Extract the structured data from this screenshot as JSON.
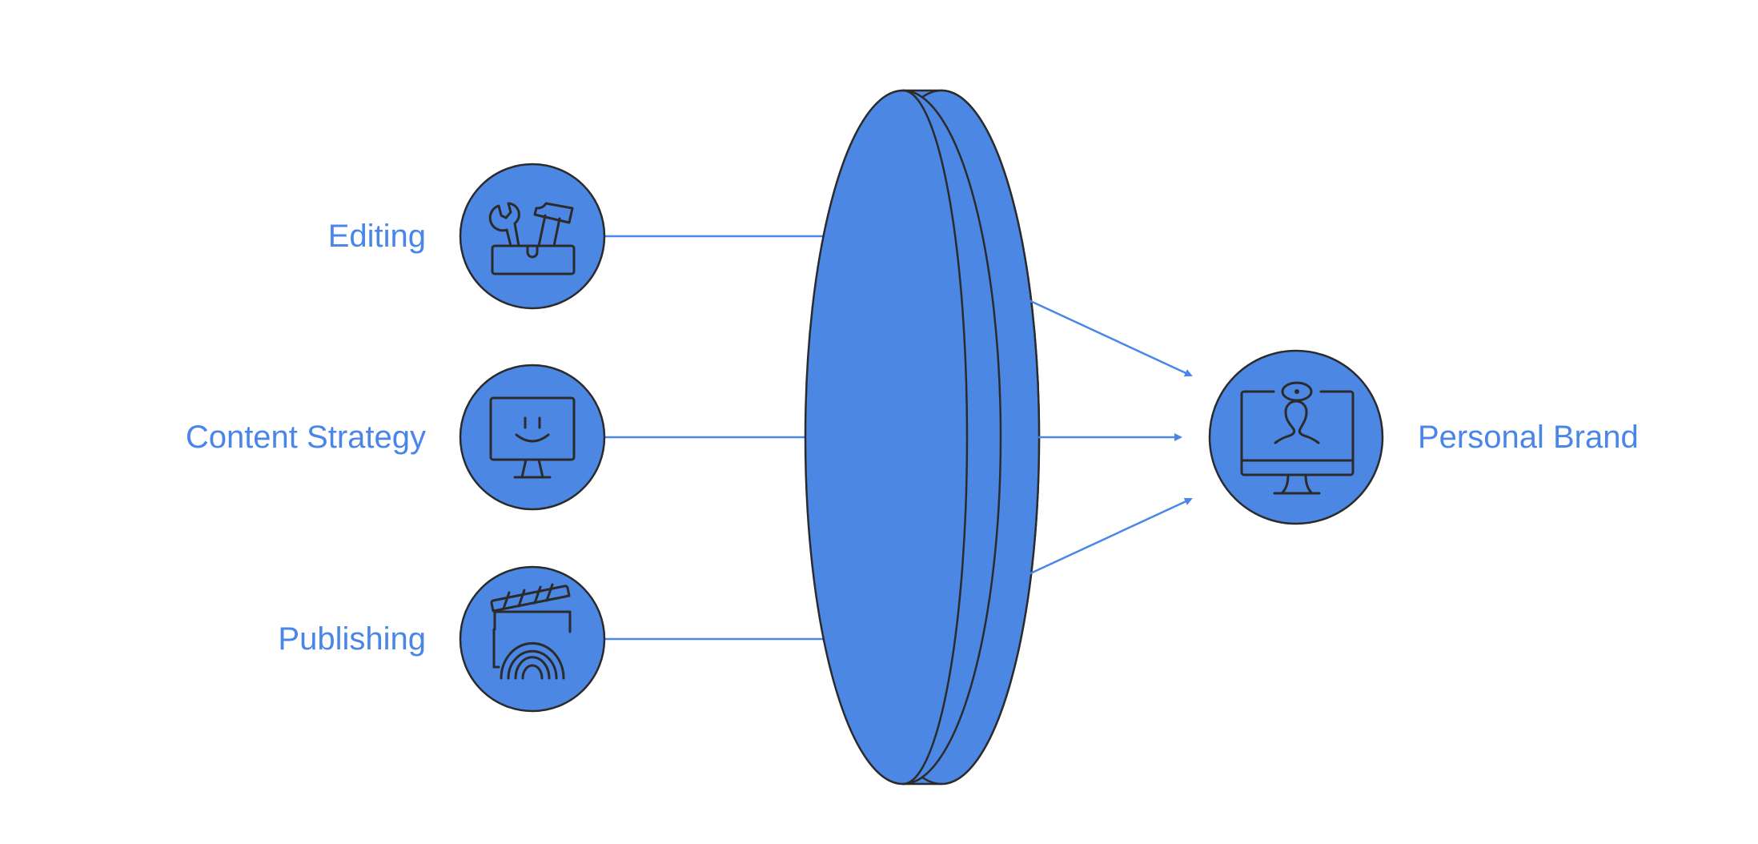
{
  "inputs": [
    {
      "label": "Editing",
      "icon": "toolbox-icon"
    },
    {
      "label": "Content Strategy",
      "icon": "monitor-smile-icon"
    },
    {
      "label": "Publishing",
      "icon": "clapperboard-icon"
    }
  ],
  "output": {
    "label": "Personal Brand",
    "icon": "monitor-person-icon"
  },
  "colors": {
    "fill": "#4d87e4",
    "line": "#4a86e8",
    "stroke": "#2b2b2b",
    "text": "#4a86e8"
  }
}
